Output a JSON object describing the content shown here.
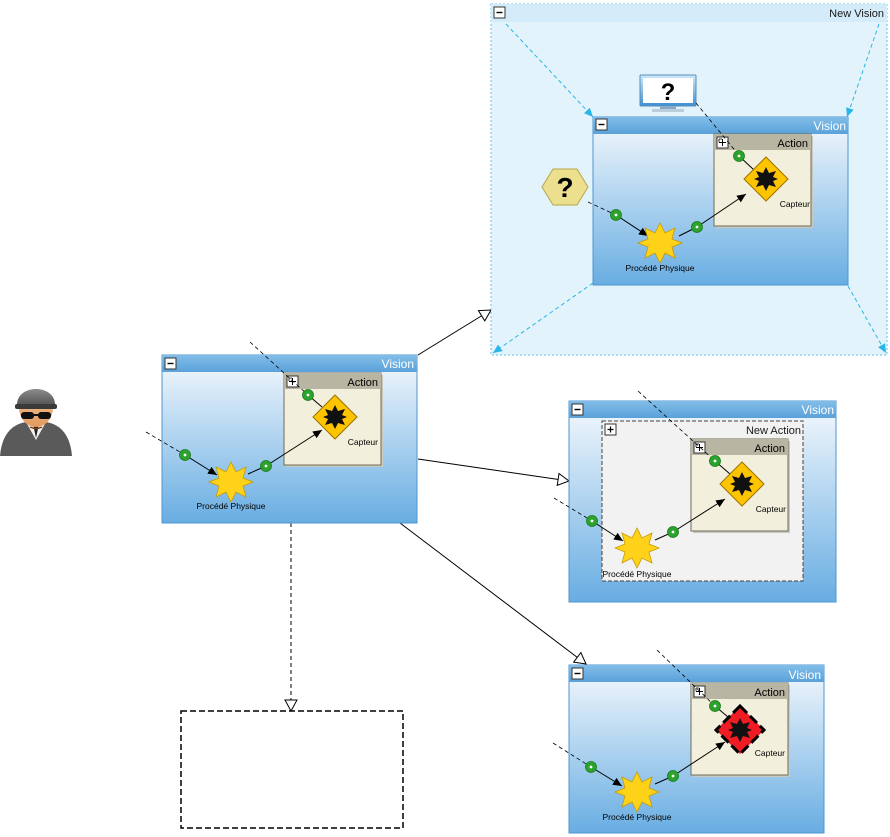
{
  "diagram": {
    "new_vision": {
      "title": "New Vision"
    },
    "vision_main": {
      "title": "Vision"
    },
    "vision_inner": {
      "title": "Vision"
    },
    "vision_right": {
      "title": "Vision"
    },
    "vision_bottom": {
      "title": "Vision"
    },
    "new_action": {
      "title": "New Action"
    },
    "action_title": "Action",
    "sensor_label": "Capteur",
    "process_label": "Procédé Physique",
    "unknown_symbol": "?",
    "collapse_symbol": "−",
    "expand_symbol": "+"
  },
  "colors": {
    "vision_header": "#6aaee0",
    "vision_body_top": "#f4f8fc",
    "vision_body_bottom": "#69aee3",
    "new_vision_fill": "#e2f3fc",
    "new_vision_border": "#5bc3ec",
    "new_vision_arrows": "#29b6e6",
    "action_header": "#b8b6a2",
    "action_body": "#f2f0dc",
    "port_green": "#2ca32c",
    "star_yellow": "#ffd21a",
    "diamond_yellow": "#ffc400",
    "question_hex": "#ecdf8e",
    "error_red": "#ef1c24"
  }
}
